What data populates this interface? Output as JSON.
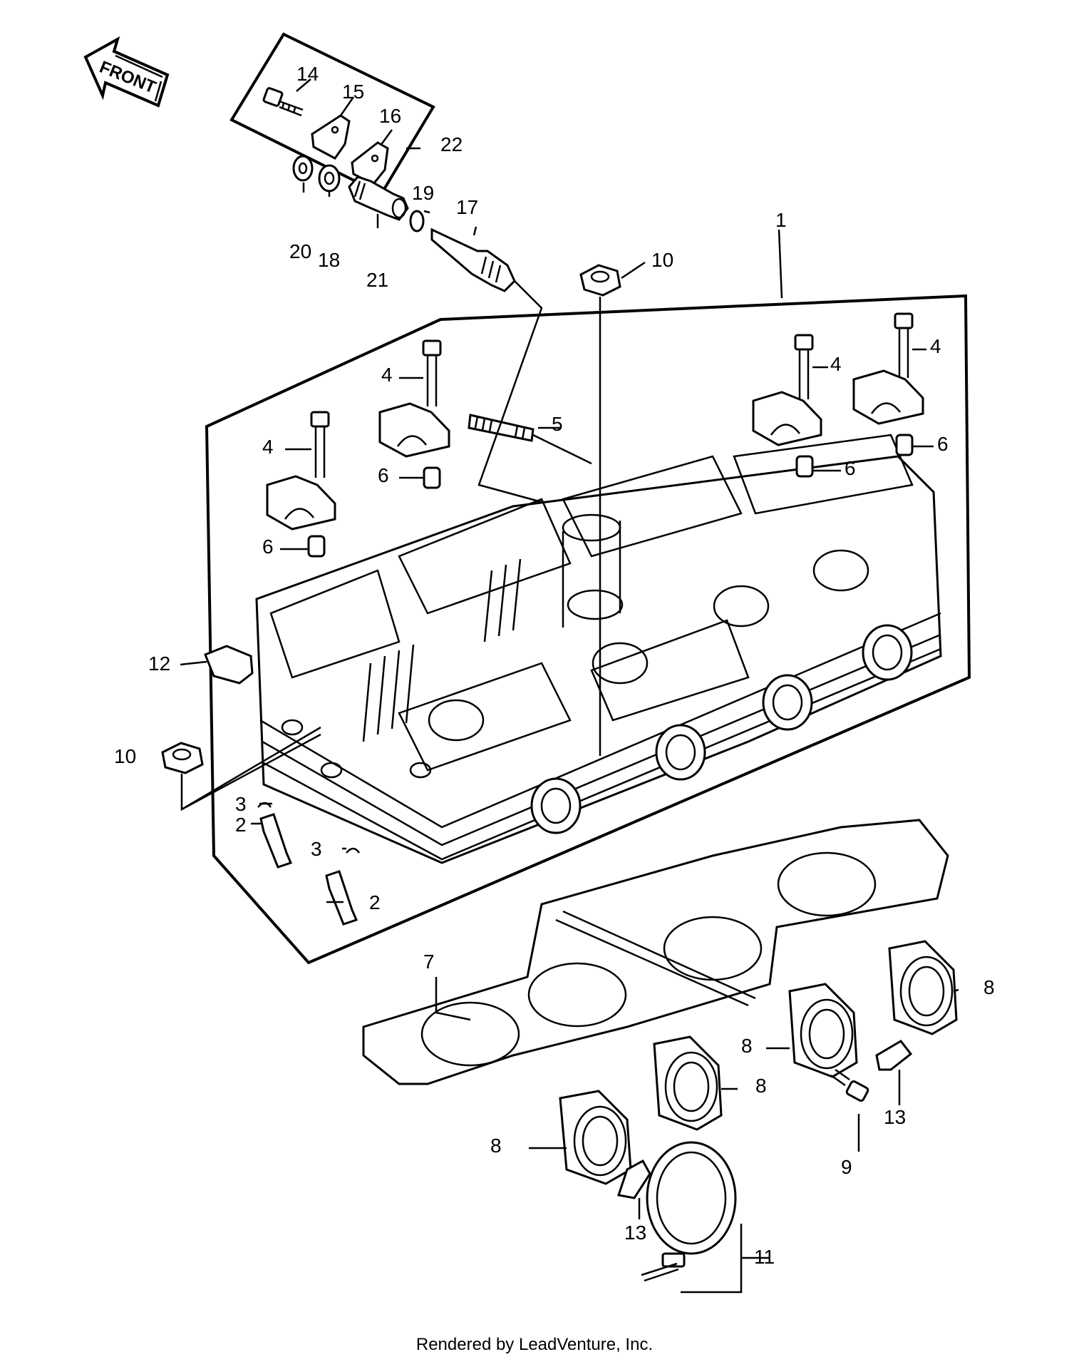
{
  "front_arrow": {
    "label": "FRONT"
  },
  "callouts": [
    {
      "id": "c1",
      "label": "1"
    },
    {
      "id": "c2a",
      "label": "2"
    },
    {
      "id": "c2b",
      "label": "2"
    },
    {
      "id": "c3a",
      "label": "3"
    },
    {
      "id": "c3b",
      "label": "3"
    },
    {
      "id": "c4a",
      "label": "4"
    },
    {
      "id": "c4b",
      "label": "4"
    },
    {
      "id": "c4c",
      "label": "4"
    },
    {
      "id": "c4d",
      "label": "4"
    },
    {
      "id": "c5",
      "label": "5"
    },
    {
      "id": "c6a",
      "label": "6"
    },
    {
      "id": "c6b",
      "label": "6"
    },
    {
      "id": "c6c",
      "label": "6"
    },
    {
      "id": "c6d",
      "label": "6"
    },
    {
      "id": "c7",
      "label": "7"
    },
    {
      "id": "c8a",
      "label": "8"
    },
    {
      "id": "c8b",
      "label": "8"
    },
    {
      "id": "c8c",
      "label": "8"
    },
    {
      "id": "c8d",
      "label": "8"
    },
    {
      "id": "c9",
      "label": "9"
    },
    {
      "id": "c10a",
      "label": "10"
    },
    {
      "id": "c10b",
      "label": "10"
    },
    {
      "id": "c11",
      "label": "11"
    },
    {
      "id": "c12",
      "label": "12"
    },
    {
      "id": "c13a",
      "label": "13"
    },
    {
      "id": "c13b",
      "label": "13"
    },
    {
      "id": "c14",
      "label": "14"
    },
    {
      "id": "c15",
      "label": "15"
    },
    {
      "id": "c16",
      "label": "16"
    },
    {
      "id": "c17",
      "label": "17"
    },
    {
      "id": "c18",
      "label": "18"
    },
    {
      "id": "c19",
      "label": "19"
    },
    {
      "id": "c20",
      "label": "20"
    },
    {
      "id": "c21",
      "label": "21"
    },
    {
      "id": "c22",
      "label": "22"
    }
  ],
  "footer": {
    "credit": "Rendered by LeadVenture, Inc."
  }
}
